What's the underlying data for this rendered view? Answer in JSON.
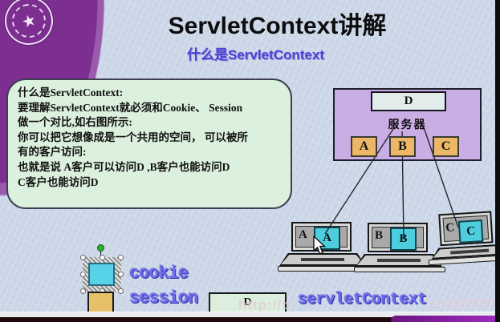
{
  "slide": {
    "title": "ServletContext讲解",
    "subtitle": "什么是ServletContext"
  },
  "logo": {
    "name": "tsinghua-university-seal",
    "star": "★"
  },
  "info_box": {
    "lines": [
      "什么是ServletContext:",
      "要理解ServletContext就必须和Cookie、 Session",
      "做一个对比,如右图所示:",
      "",
      "你可以把它想像成是一个共用的空间， 可以被所",
      "有的客户访问:",
      "也就是说  A客户可以访问D ,B客户也能访问D",
      "C客户也能访问D"
    ]
  },
  "server_diagram": {
    "shared_box_label": "D",
    "server_label": "服务器",
    "session_boxes": {
      "a": "A",
      "b": "B",
      "c": "C"
    }
  },
  "clients": [
    {
      "screen_label": "A",
      "cookie_label": "A"
    },
    {
      "screen_label": "B",
      "cookie_label": "B"
    },
    {
      "screen_label": "C",
      "cookie_label": "C"
    }
  ],
  "legend": {
    "cookie_label": "cookie",
    "session_label": "session",
    "servletcontext_label": "servletContext",
    "servletcontext_box_label": "D"
  },
  "watermark": {
    "left_fragment": "http://b",
    "right_fragment": "en157387"
  },
  "colors": {
    "template_purple": "#7c2e91",
    "info_box_green": "#dcf0de",
    "server_purple": "#c9aee6",
    "session_tan": "#ecb766",
    "cookie_cyan": "#4ecddf",
    "label_blue": "#6b6be4",
    "bottom_bar_purple": "#a02cc0"
  }
}
